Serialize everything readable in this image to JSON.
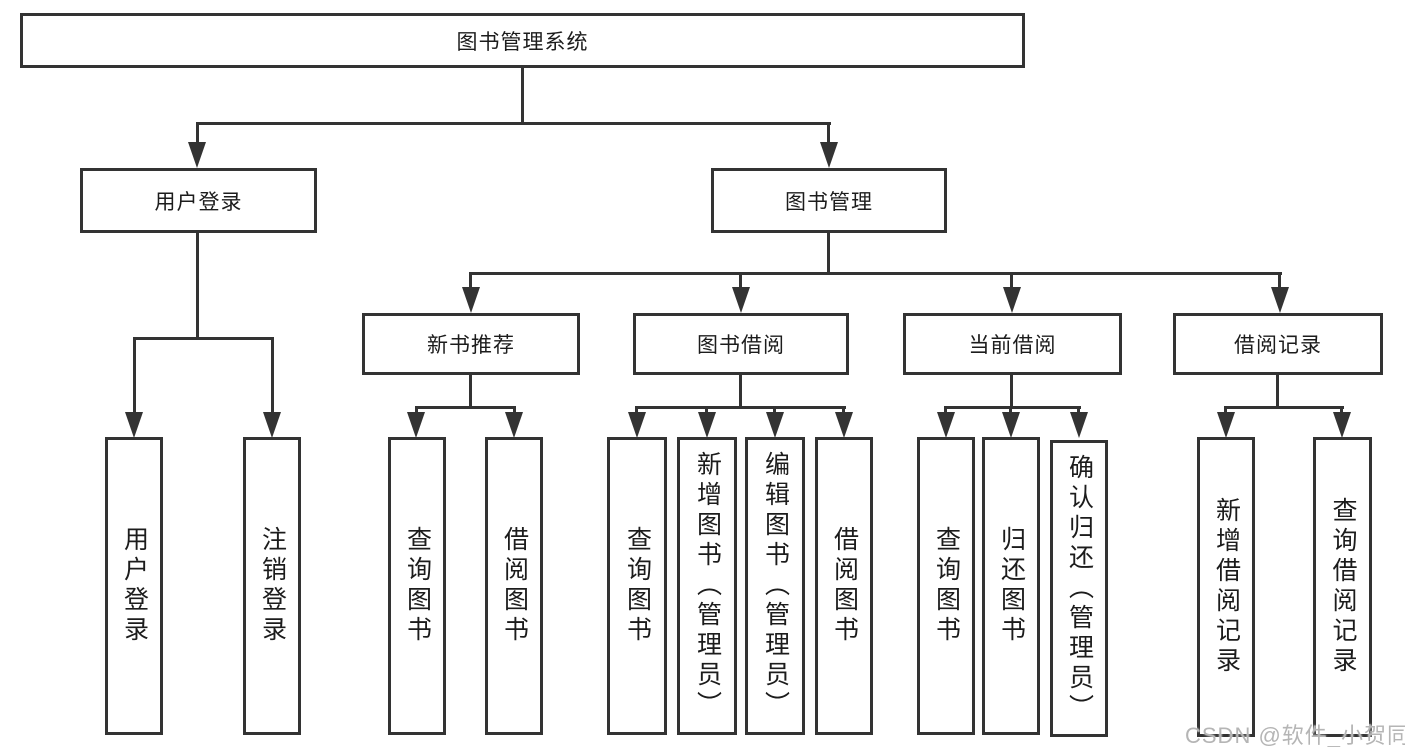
{
  "colors": {
    "bg": "#ffffff",
    "box-bg": "#ffffff",
    "line": "#333333",
    "text": "#1c1c1c",
    "watermark": "#b5b5b5"
  },
  "nodes": {
    "root": "图书管理系统",
    "user_login": "用户登录",
    "book_mgmt": "图书管理",
    "new_book_rec": "新书推荐",
    "book_borrow": "图书借阅",
    "current_borrow": "当前借阅",
    "borrow_records": "借阅记录",
    "ul_user_login": "用户登录",
    "ul_logout": "注销登录",
    "nb_query_book": "查询图书",
    "nb_borrow_book": "借阅图书",
    "bb_query_book": "查询图书",
    "bb_add_book": "新增图书（管理员）",
    "bb_edit_book": "编辑图书（管理员）",
    "bb_borrow_book": "借阅图书",
    "cb_query_book": "查询图书",
    "cb_return_book": "归还图书",
    "cb_confirm_return": "确认归还（管理员）",
    "br_add_record": "新增借阅记录",
    "br_query_record": "查询借阅记录"
  },
  "hierarchy": {
    "图书管理系统": {
      "用户登录": [
        "用户登录",
        "注销登录"
      ],
      "图书管理": {
        "新书推荐": [
          "查询图书",
          "借阅图书"
        ],
        "图书借阅": [
          "查询图书",
          "新增图书（管理员）",
          "编辑图书（管理员）",
          "借阅图书"
        ],
        "当前借阅": [
          "查询图书",
          "归还图书",
          "确认归还（管理员）"
        ],
        "借阅记录": [
          "新增借阅记录",
          "查询借阅记录"
        ]
      }
    }
  },
  "watermark": "CSDN @软件_小贺同学"
}
